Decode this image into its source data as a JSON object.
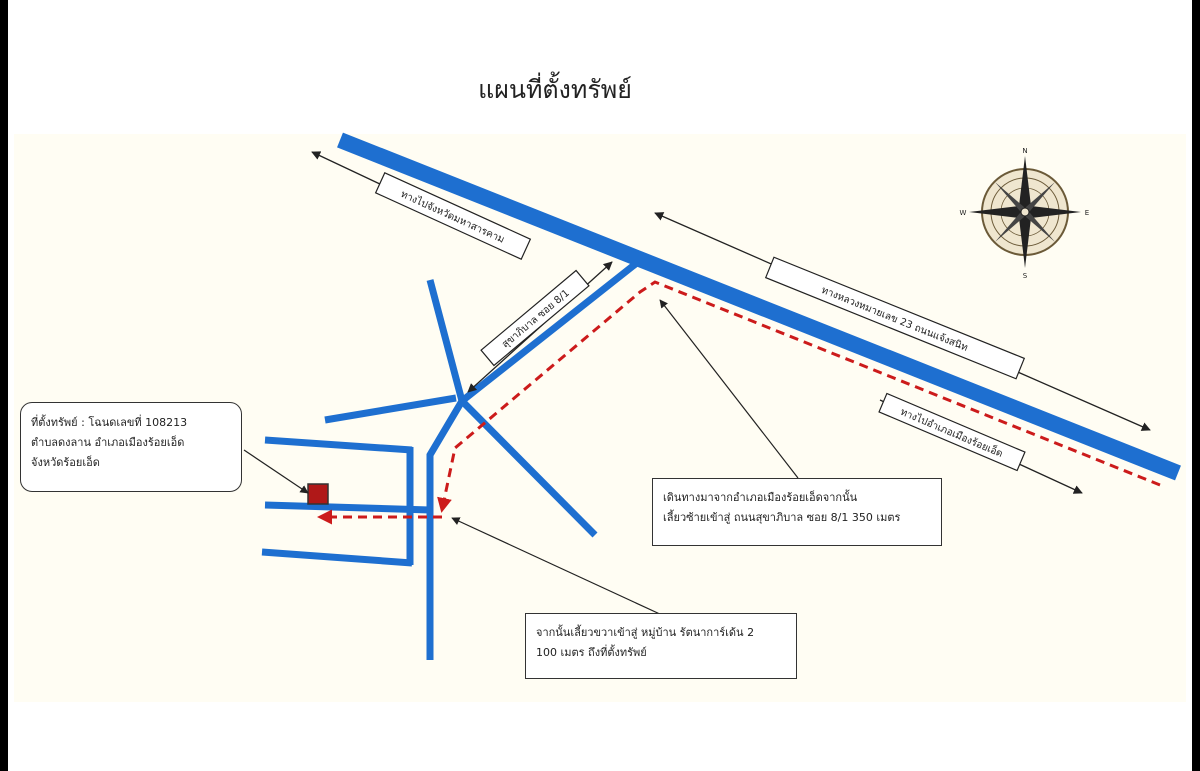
{
  "title": "แผนที่ตั้งทรัพย์",
  "road_labels": {
    "northwest": "ทางไปจังหวัดมหาสารคาม",
    "soi": "สุขาภิบาล ซอย 8/1",
    "highway": "ทางหลวงหมายเลข 23 ถนนแจ้งสนิท",
    "southeast": "ทางไปอำเภอเมืองร้อยเอ็ด"
  },
  "notes": {
    "property_line1": "ที่ตั้งทรัพย์ : โฉนดเลขที่ 108213",
    "property_line2": "ตำบลดงลาน อำเภอเมืองร้อยเอ็ด",
    "property_line3": "จังหวัดร้อยเอ็ด",
    "route1_line1": "เดินทางมาจากอำเภอเมืองร้อยเอ็ดจากนั้น",
    "route1_line2": "เลี้ยวซ้ายเข้าสู่ ถนนสุขาภิบาล ซอย 8/1 350 เมตร",
    "route2_line1": "จากนั้นเลี้ยวขวาเข้าสู่ หมู่บ้าน รัตนาการ์เด้น 2",
    "route2_line2": "100 เมตร ถึงที่ตั้งทรัพย์"
  },
  "compass": {
    "n": "N",
    "s": "S",
    "e": "E",
    "w": "W"
  },
  "colors": {
    "road": "#1e6fd0",
    "route": "#cc1b1b",
    "property": "#b01818"
  }
}
